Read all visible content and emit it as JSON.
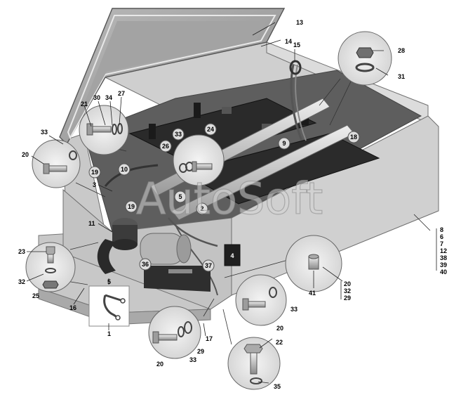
{
  "watermark": "AutoSoft",
  "callouts": {
    "c13": "13",
    "c14": "14",
    "c15": "15",
    "c28": "28",
    "c31": "31",
    "c30": "30",
    "c34": "34",
    "c27": "27",
    "c21": "21",
    "c33a": "33",
    "c20a": "20",
    "c33b": "33",
    "c24": "24",
    "c26": "26",
    "c9": "9",
    "c18": "18",
    "c19a": "19",
    "c10": "10",
    "c3": "3",
    "c19b": "19",
    "c5a": "5",
    "c2": "2",
    "c11": "11",
    "c23": "23",
    "c32a": "32",
    "c25": "25",
    "c16": "16",
    "c36": "36",
    "c5b": "5",
    "c1": "1",
    "c37": "37",
    "c4": "4",
    "c41": "41",
    "c20b": "20",
    "c32b": "32",
    "c29a": "29",
    "c20c": "20",
    "c33c": "33",
    "c20d": "20",
    "c29b": "29",
    "c33d": "33",
    "c17": "17",
    "c22": "22",
    "c35": "35"
  },
  "side_list": [
    "8",
    "6",
    "7",
    "12",
    "38",
    "39",
    "40"
  ]
}
